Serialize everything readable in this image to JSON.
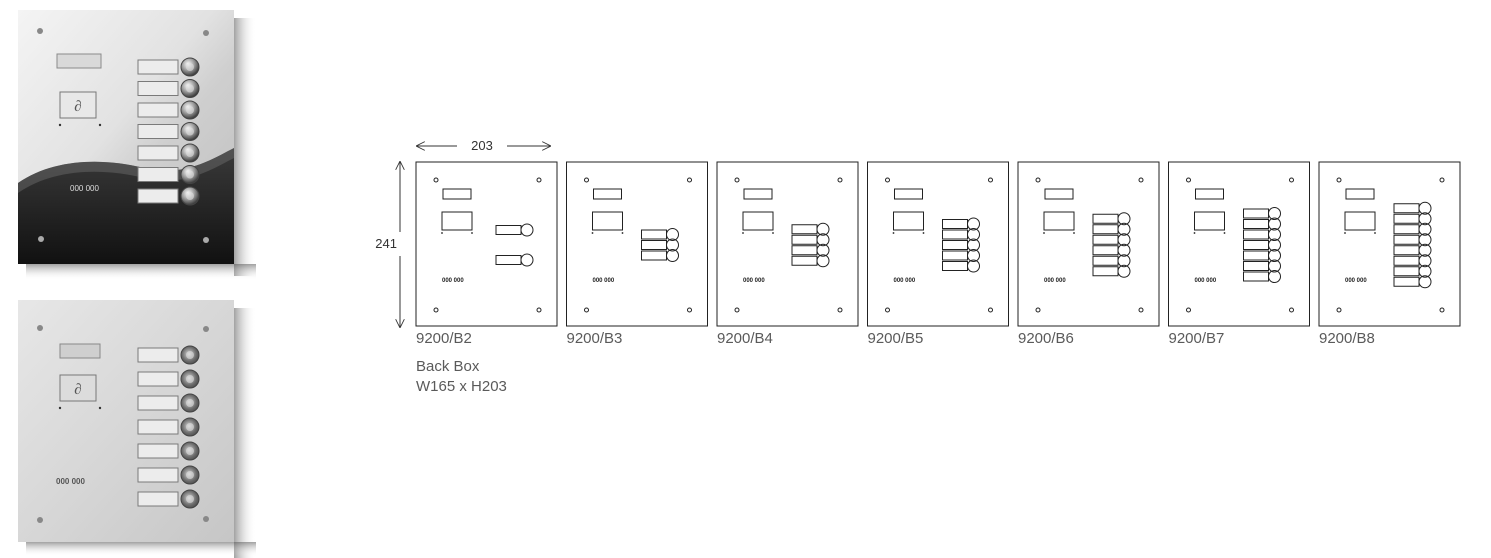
{
  "dimensions": {
    "width_label": "203",
    "height_label": "241"
  },
  "panels": [
    {
      "model": "9200/B2",
      "buttons": 2
    },
    {
      "model": "9200/B3",
      "buttons": 3
    },
    {
      "model": "9200/B4",
      "buttons": 4
    },
    {
      "model": "9200/B5",
      "buttons": 5
    },
    {
      "model": "9200/B6",
      "buttons": 6
    },
    {
      "model": "9200/B7",
      "buttons": 7
    },
    {
      "model": "9200/B8",
      "buttons": 8
    }
  ],
  "back_box": {
    "line1": "Back Box",
    "line2": "W165 x H203"
  },
  "speaker_text": "000 000",
  "photos": {
    "top": {
      "buttons": 7,
      "finish": "mirror-stainless"
    },
    "bottom": {
      "buttons": 7,
      "finish": "brushed-stainless"
    }
  }
}
